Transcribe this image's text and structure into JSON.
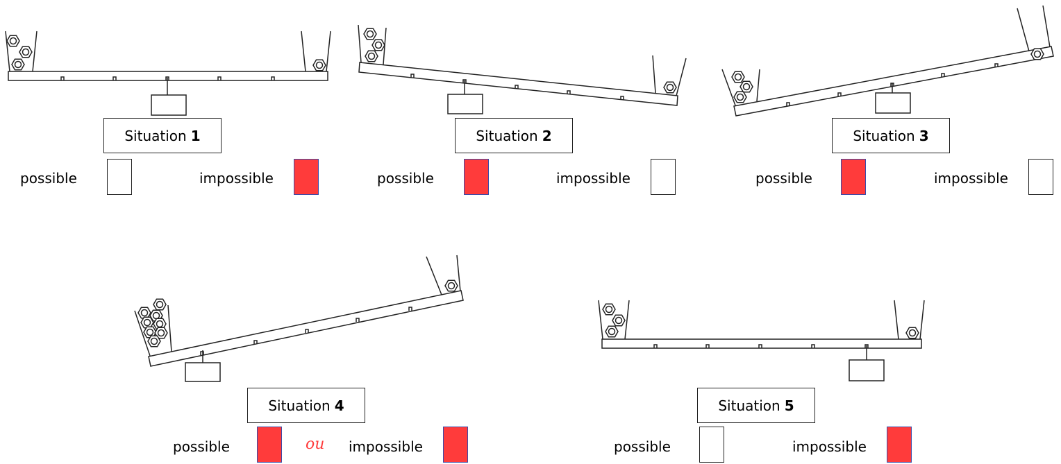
{
  "situations": [
    {
      "label": "Situation",
      "number": "1",
      "possible_label": "possible",
      "impossible_label": "impossible",
      "possible_checked": false,
      "impossible_checked": true
    },
    {
      "label": "Situation",
      "number": "2",
      "possible_label": "possible",
      "impossible_label": "impossible",
      "possible_checked": true,
      "impossible_checked": false
    },
    {
      "label": "Situation",
      "number": "3",
      "possible_label": "possible",
      "impossible_label": "impossible",
      "possible_checked": true,
      "impossible_checked": false
    },
    {
      "label": "Situation",
      "number": "4",
      "possible_label": "possible",
      "impossible_label": "impossible",
      "possible_checked": true,
      "impossible_checked": true,
      "connector": "ou"
    },
    {
      "label": "Situation",
      "number": "5",
      "possible_label": "possible",
      "impossible_label": "impossible",
      "possible_checked": false,
      "impossible_checked": true
    }
  ],
  "colors": {
    "checked": "#ff3b3b",
    "line": "#222222"
  }
}
